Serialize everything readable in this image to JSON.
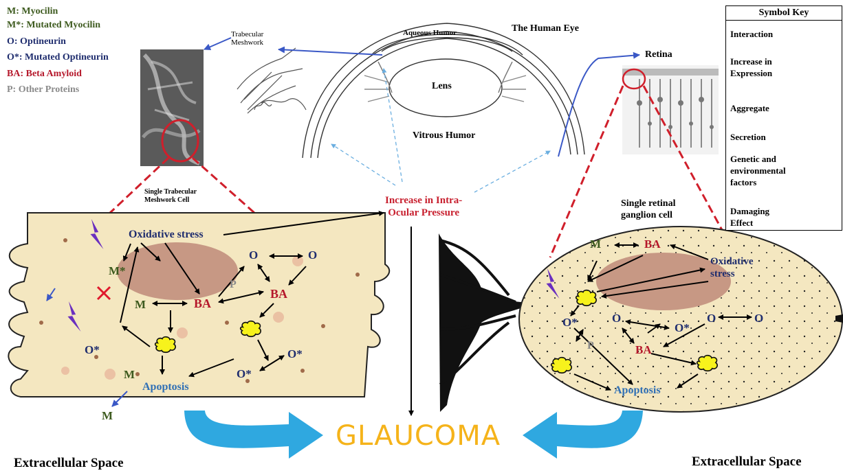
{
  "legend": {
    "m": "M: Myocilin",
    "m_star": "M*: Mutated Myocilin",
    "o": "O: Optineurin",
    "o_star": "O*: Mutated Optineurin",
    "ba": "BA: Beta Amyloid",
    "p": "P: Other Proteins"
  },
  "colors": {
    "green": "#3d5a1e",
    "navy": "#1f2d6e",
    "red": "#b5182b",
    "grey": "#8a8a8a",
    "cell": "#f4e7c0",
    "nucleus": "#c79884",
    "blue_arrow": "#2fa8e0",
    "secretion": "#3a58c6",
    "glaucoma": "#f5b31a"
  },
  "eye": {
    "title": "The Human Eye",
    "aqueous": "Aqueous Humor",
    "lens": "Lens",
    "vitreous": "Vitrous Humor",
    "trabecular": "Trabecular\nMeshwork",
    "retina": "Retina"
  },
  "symbol_key": {
    "title": "Symbol Key",
    "interaction": "Interaction",
    "increase": "Increase in\nExpression",
    "aggregate": "Aggregate",
    "secretion": "Secretion",
    "genetic": "Genetic and\nenvironmental\nfactors",
    "damaging": "Damaging\nEffect"
  },
  "left_cell": {
    "title": "Single Trabecular\nMeshwork Cell",
    "oxidative": "Oxidative  stress",
    "m_star": "M*",
    "m": "M",
    "ba": "BA",
    "p": "P",
    "o": "O",
    "o_star": "O*",
    "apoptosis": "Apoptosis"
  },
  "iop": "Increase in Intra-\nOcular Pressure",
  "right_cell": {
    "title": "Single retinal\nganglion cell",
    "m": "M",
    "ba": "BA",
    "oxidative": "Oxidative\nstress",
    "o": "O",
    "o_star": "O*",
    "p": "P",
    "apoptosis": "Apoptosis"
  },
  "glaucoma": "GLAUCOMA",
  "extracellular": "Extracellular Space"
}
